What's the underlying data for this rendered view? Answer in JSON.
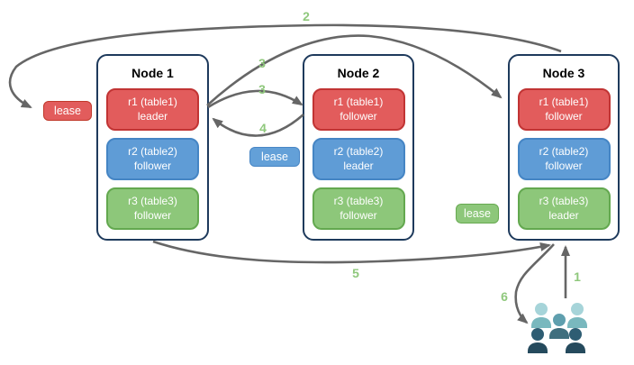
{
  "nodes": [
    {
      "title": "Node 1",
      "replicas": [
        {
          "label": "r1 (table1)",
          "role": "leader",
          "color": "red"
        },
        {
          "label": "r2 (table2)",
          "role": "follower",
          "color": "blue"
        },
        {
          "label": "r3 (table3)",
          "role": "follower",
          "color": "green"
        }
      ]
    },
    {
      "title": "Node 2",
      "replicas": [
        {
          "label": "r1 (table1)",
          "role": "follower",
          "color": "red"
        },
        {
          "label": "r2 (table2)",
          "role": "leader",
          "color": "blue"
        },
        {
          "label": "r3 (table3)",
          "role": "follower",
          "color": "green"
        }
      ]
    },
    {
      "title": "Node 3",
      "replicas": [
        {
          "label": "r1 (table1)",
          "role": "follower",
          "color": "red"
        },
        {
          "label": "r2 (table2)",
          "role": "follower",
          "color": "blue"
        },
        {
          "label": "r3 (table3)",
          "role": "leader",
          "color": "green"
        }
      ]
    }
  ],
  "leases": {
    "red": {
      "label": "lease"
    },
    "blue": {
      "label": "lease"
    },
    "green": {
      "label": "lease"
    }
  },
  "steps": {
    "s1": "1",
    "s2": "2",
    "s3a": "3",
    "s3b": "3",
    "s4": "4",
    "s5": "5",
    "s6": "6"
  },
  "icons": {
    "users_group": "users-group-icon"
  },
  "colors": {
    "replica_red": "#e25c5c",
    "replica_red_border": "#c13434",
    "replica_blue": "#5f9cd6",
    "replica_blue_border": "#4585c4",
    "replica_green": "#8dc77a",
    "replica_green_border": "#63a84f",
    "node_border": "#1e3a5c",
    "arrow": "#666666",
    "step_label": "#8fc87c",
    "users_light": "#a6d4d9",
    "users_medium": "#406f7e",
    "users_dark": "#254a5d"
  }
}
